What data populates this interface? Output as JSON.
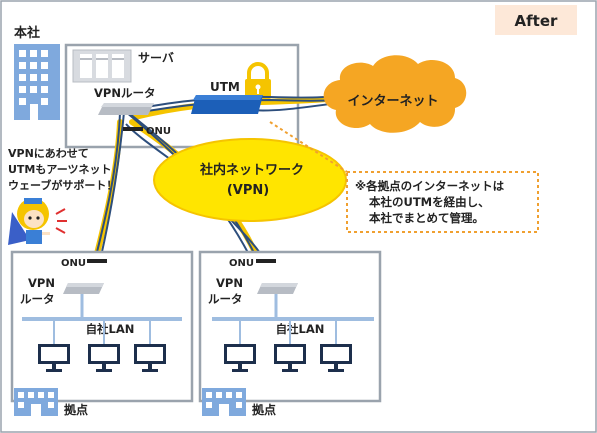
{
  "badge": {
    "label": "After"
  },
  "hq": {
    "label": "本社",
    "server_label": "サーバ",
    "utm_label": "UTM",
    "vpn_router_label": "VPNルータ",
    "onu_label": "ONU"
  },
  "internet": {
    "label": "インターネット"
  },
  "vpn_network": {
    "line1": "社内ネットワーク",
    "line2": "(VPN)"
  },
  "note": {
    "line1": "※各拠点のインターネットは",
    "line2": "本社のUTMを経由し、",
    "line3": "本社でまとめて管理。"
  },
  "support": {
    "line1": "VPNにあわせて",
    "line2": "UTMもアーツネット",
    "line3": "ウェーブがサポート！"
  },
  "branches": [
    {
      "onu_label": "ONU",
      "router_line1": "VPN",
      "router_line2": "ルータ",
      "lan_label": "自社LAN",
      "site_label": "拠点"
    },
    {
      "onu_label": "ONU",
      "router_line1": "VPN",
      "router_line2": "ルータ",
      "lan_label": "自社LAN",
      "site_label": "拠点"
    }
  ],
  "colors": {
    "tunnel": "#f5c400",
    "vpn_ellipse": "#ffe500",
    "cloud": "#f5a623",
    "utm": "#1c5fb8",
    "cable": "#2d4e7c",
    "note_border": "#f0a030",
    "badge_bg": "#fde8d8",
    "lan": "#9fbde0"
  }
}
